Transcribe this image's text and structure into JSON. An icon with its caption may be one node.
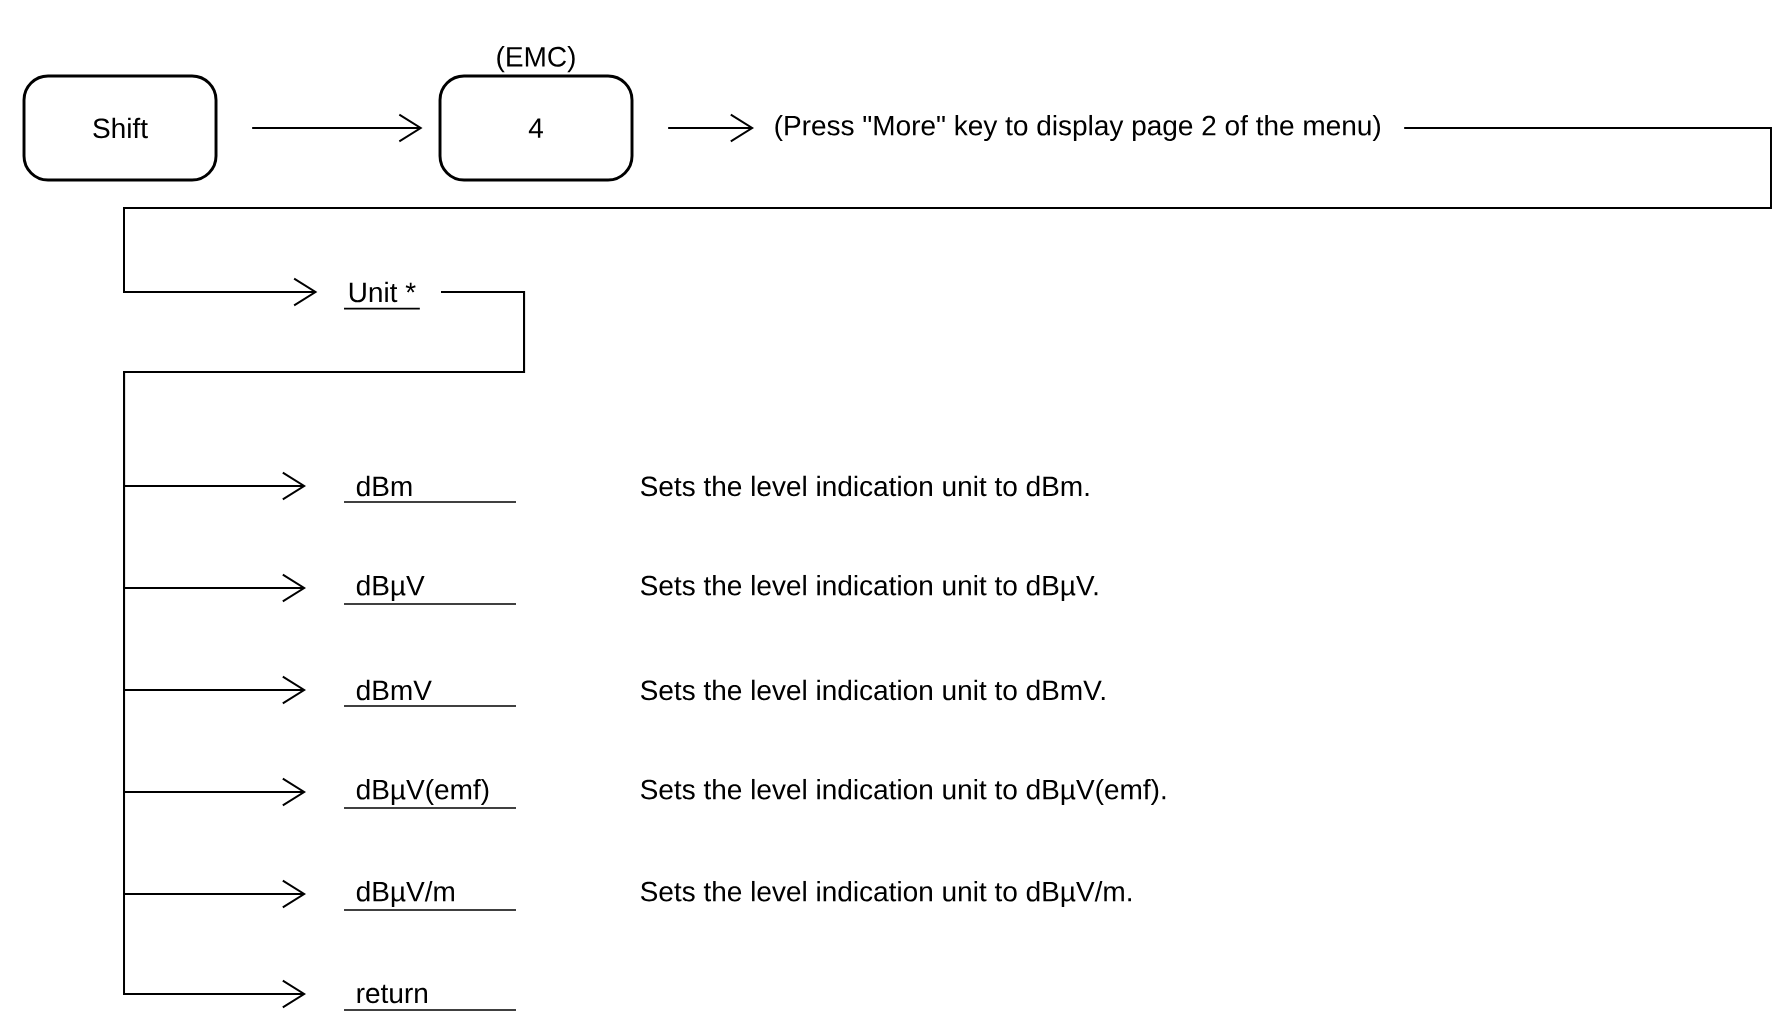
{
  "diagram": {
    "nodes": [
      {
        "text": [
          "Shift"
        ]
      },
      {
        "text": [
          "4"
        ],
        "beside": [
          "(EMC)"
        ]
      },
      {
        "text": [
          "(Press \"More\" key to display page 2 of the menu)"
        ]
      },
      {
        "text": [
          "Unit *"
        ]
      },
      {
        "text": [
          "dBm"
        ]
      },
      {
        "text": [
          "dBµV"
        ]
      },
      {
        "text": [
          "dBmV"
        ]
      },
      {
        "text": [
          "dBµV(emf)"
        ]
      },
      {
        "text": [
          "dBµV/m"
        ]
      },
      {
        "text": [
          "return"
        ]
      }
    ],
    "edges": [
      {
        "from": 0,
        "to": 1,
        "arrow": "to"
      },
      {
        "from": 1,
        "to": 2,
        "arrow": "to"
      },
      {
        "from": 2,
        "to": 3,
        "arrow": "to"
      },
      {
        "from": 3,
        "to": 4,
        "arrow": "to"
      },
      {
        "from": 3,
        "to": 5,
        "arrow": "to"
      },
      {
        "from": 3,
        "to": 6,
        "arrow": "to"
      },
      {
        "from": 3,
        "to": 7,
        "arrow": "to"
      },
      {
        "from": 3,
        "to": 8,
        "arrow": "to"
      },
      {
        "from": 3,
        "to": 9,
        "arrow": "to"
      }
    ],
    "labels": [
      "Sets the level indication unit to dBm.",
      "Sets the level indication unit to dBµV.",
      "Sets the level indication unit to dBmV.",
      "Sets the level indication unit to dBµV(emf).",
      "Sets the level indication unit to dBµV/m."
    ]
  }
}
